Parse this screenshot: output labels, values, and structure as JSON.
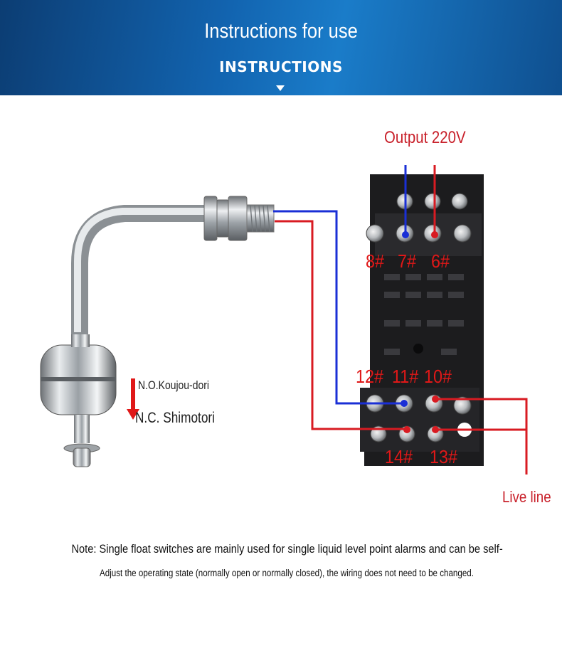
{
  "header": {
    "title": "Instructions for use",
    "subtitle": "INSTRUCTIONS"
  },
  "diagram": {
    "output_label": "Output 220V",
    "live_label": "Live line",
    "pins": {
      "p8": "8#",
      "p7": "7#",
      "p6": "6#",
      "p12": "12#",
      "p11": "11#",
      "p10": "10#",
      "p14": "14#",
      "p13": "13#"
    },
    "float_no": "N.O.Koujou-dori",
    "float_nc": "N.C. Shimotori",
    "wire_colors": {
      "blue": "#1a2fd6",
      "red": "#d81b22"
    }
  },
  "note": {
    "line1": "Note: Single float switches are mainly used for single liquid level point alarms and can be self-",
    "line2": "Adjust the operating state (normally open or normally closed), the wiring does not need to be changed."
  }
}
